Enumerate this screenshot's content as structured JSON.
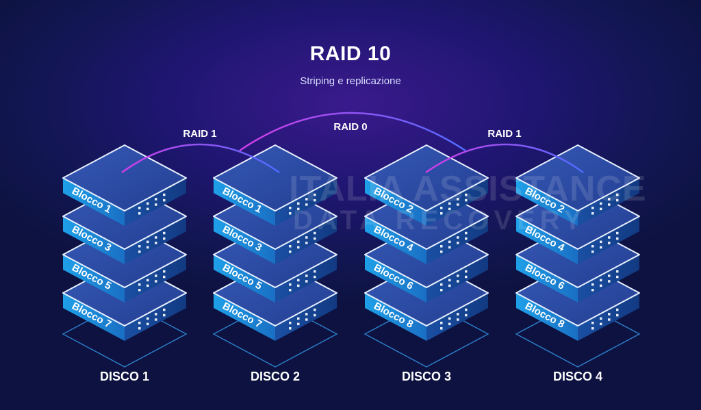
{
  "title": "RAID 10",
  "subtitle": "Striping e replicazione",
  "watermark": {
    "line1": "ITALIA ASSISTANCE",
    "line2": "DATA RECOVERY"
  },
  "arcs": {
    "raid1_left": "RAID 1",
    "raid0": "RAID 0",
    "raid1_right": "RAID 1"
  },
  "disks": [
    {
      "label": "DISCO 1",
      "blocks": [
        "Blocco 1",
        "Blocco 3",
        "Blocco 5",
        "Blocco 7"
      ]
    },
    {
      "label": "DISCO 2",
      "blocks": [
        "Blocco 1",
        "Blocco 3",
        "Blocco 5",
        "Blocco 7"
      ]
    },
    {
      "label": "DISCO 3",
      "blocks": [
        "Blocco 2",
        "Blocco 4",
        "Blocco 6",
        "Blocco 8"
      ]
    },
    {
      "label": "DISCO 4",
      "blocks": [
        "Blocco 2",
        "Blocco 4",
        "Blocco 6",
        "Blocco 8"
      ]
    }
  ],
  "colors": {
    "block_front": "#1f8fd6",
    "block_top": "#2a4fa8",
    "arc_left": "#d33de8",
    "arc_right": "#4f6bff"
  }
}
